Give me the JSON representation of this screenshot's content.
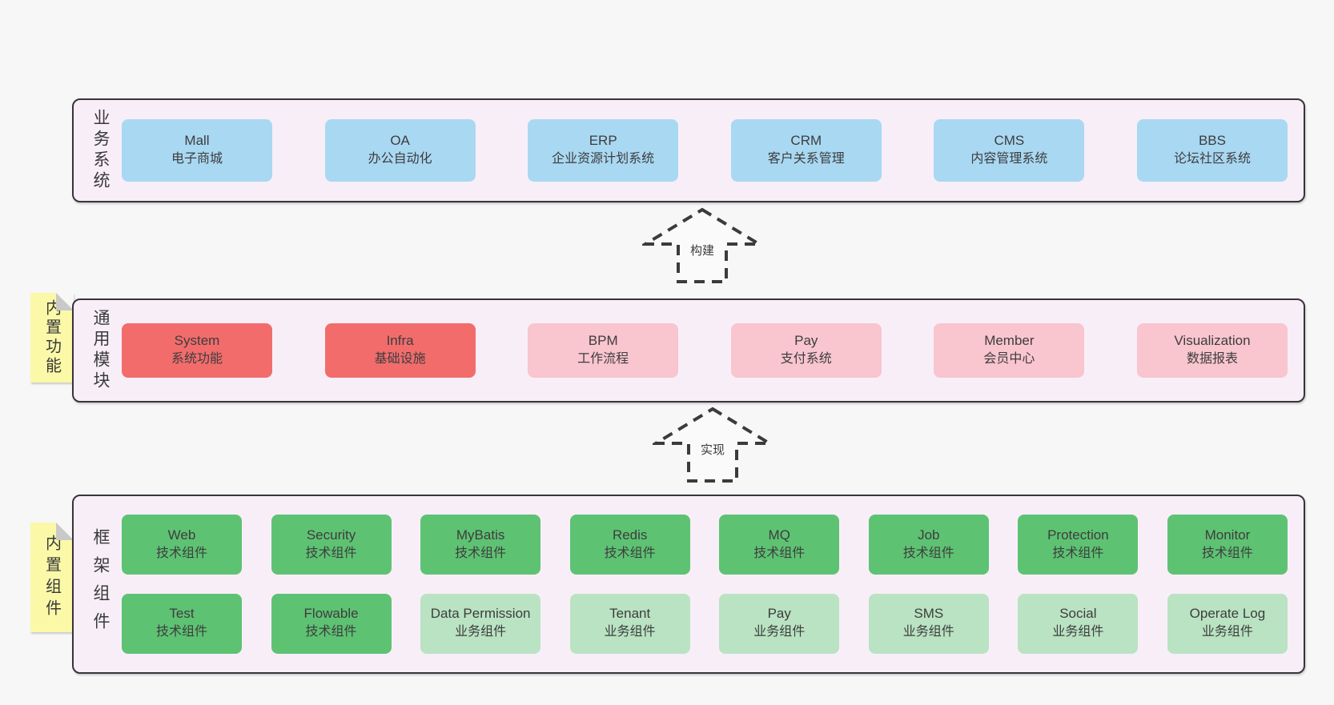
{
  "colors": {
    "page_bg": "#f7f7f7",
    "band_bg": "#f8eef8",
    "band_border": "#39343c",
    "box_blue": "#a9d8f2",
    "box_red": "#f26c6c",
    "box_pink": "#f9c5cf",
    "box_green_dark": "#5ec273",
    "box_green_light": "#b9e3c2",
    "sticky_yellow": "#fbf9a8",
    "sticky_fold_gray": "#c9c9c9",
    "text": "#3d3d3d"
  },
  "arrows": [
    {
      "label": "构建"
    },
    {
      "label": "实现"
    }
  ],
  "bands": [
    {
      "label": "业务系统",
      "boxes": [
        {
          "name": "Mall",
          "desc": "电子商城"
        },
        {
          "name": "OA",
          "desc": "办公自动化"
        },
        {
          "name": "ERP",
          "desc": "企业资源计划系统"
        },
        {
          "name": "CRM",
          "desc": "客户关系管理"
        },
        {
          "name": "CMS",
          "desc": "内容管理系统"
        },
        {
          "name": "BBS",
          "desc": "论坛社区系统"
        }
      ]
    },
    {
      "label": "通用模块",
      "sticky": "内置功能",
      "boxes": [
        {
          "name": "System",
          "desc": "系统功能"
        },
        {
          "name": "Infra",
          "desc": "基础设施"
        },
        {
          "name": "BPM",
          "desc": "工作流程"
        },
        {
          "name": "Pay",
          "desc": "支付系统"
        },
        {
          "name": "Member",
          "desc": "会员中心"
        },
        {
          "name": "Visualization",
          "desc": "数据报表"
        }
      ]
    },
    {
      "label": "框架组件",
      "sticky": "内置组件",
      "rows": [
        [
          {
            "name": "Web",
            "desc": "技术组件"
          },
          {
            "name": "Security",
            "desc": "技术组件"
          },
          {
            "name": "MyBatis",
            "desc": "技术组件"
          },
          {
            "name": "Redis",
            "desc": "技术组件"
          },
          {
            "name": "MQ",
            "desc": "技术组件"
          },
          {
            "name": "Job",
            "desc": "技术组件"
          },
          {
            "name": "Protection",
            "desc": "技术组件"
          },
          {
            "name": "Monitor",
            "desc": "技术组件"
          }
        ],
        [
          {
            "name": "Test",
            "desc": "技术组件"
          },
          {
            "name": "Flowable",
            "desc": "技术组件"
          },
          {
            "name": "Data Permission",
            "desc": "业务组件"
          },
          {
            "name": "Tenant",
            "desc": "业务组件"
          },
          {
            "name": "Pay",
            "desc": "业务组件"
          },
          {
            "name": "SMS",
            "desc": "业务组件"
          },
          {
            "name": "Social",
            "desc": "业务组件"
          },
          {
            "name": "Operate Log",
            "desc": "业务组件"
          }
        ]
      ]
    }
  ]
}
